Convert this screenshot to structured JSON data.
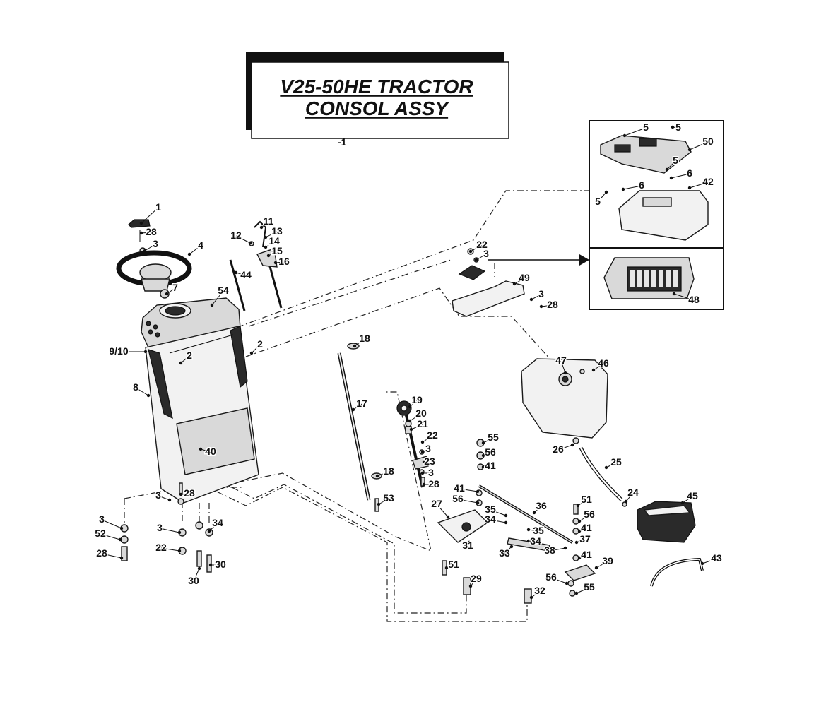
{
  "title": {
    "line1": "V25-50HE TRACTOR",
    "line2": "CONSOL ASSY",
    "page_ref": "-1"
  },
  "callouts": [
    {
      "id": "c-1",
      "text": "1"
    },
    {
      "id": "c-28a",
      "text": "28"
    },
    {
      "id": "c-3a",
      "text": "3"
    },
    {
      "id": "c-4",
      "text": "4"
    },
    {
      "id": "c-7",
      "text": "7"
    },
    {
      "id": "c-54",
      "text": "54"
    },
    {
      "id": "c-910",
      "text": "9/10"
    },
    {
      "id": "c-2a",
      "text": "2"
    },
    {
      "id": "c-2b",
      "text": "2"
    },
    {
      "id": "c-8",
      "text": "8"
    },
    {
      "id": "c-40",
      "text": "40"
    },
    {
      "id": "c-28b",
      "text": "28"
    },
    {
      "id": "c-3b",
      "text": "3"
    },
    {
      "id": "c-3c",
      "text": "3"
    },
    {
      "id": "c-52",
      "text": "52"
    },
    {
      "id": "c-28c",
      "text": "28"
    },
    {
      "id": "c-3d",
      "text": "3"
    },
    {
      "id": "c-22a",
      "text": "22"
    },
    {
      "id": "c-34a",
      "text": "34"
    },
    {
      "id": "c-30a",
      "text": "30"
    },
    {
      "id": "c-30b",
      "text": "30"
    },
    {
      "id": "c-11",
      "text": "11"
    },
    {
      "id": "c-12",
      "text": "12"
    },
    {
      "id": "c-13",
      "text": "13"
    },
    {
      "id": "c-14",
      "text": "14"
    },
    {
      "id": "c-15",
      "text": "15"
    },
    {
      "id": "c-16",
      "text": "16"
    },
    {
      "id": "c-44",
      "text": "44"
    },
    {
      "id": "c-18a",
      "text": "18"
    },
    {
      "id": "c-17",
      "text": "17"
    },
    {
      "id": "c-18b",
      "text": "18"
    },
    {
      "id": "c-53",
      "text": "53"
    },
    {
      "id": "c-19",
      "text": "19"
    },
    {
      "id": "c-20",
      "text": "20"
    },
    {
      "id": "c-21",
      "text": "21"
    },
    {
      "id": "c-22b",
      "text": "22"
    },
    {
      "id": "c-3e",
      "text": "3"
    },
    {
      "id": "c-23",
      "text": "23"
    },
    {
      "id": "c-3f",
      "text": "3"
    },
    {
      "id": "c-28d",
      "text": "28"
    },
    {
      "id": "c-22c",
      "text": "22"
    },
    {
      "id": "c-3g",
      "text": "3"
    },
    {
      "id": "c-49",
      "text": "49"
    },
    {
      "id": "c-3h",
      "text": "3"
    },
    {
      "id": "c-28e",
      "text": "28"
    },
    {
      "id": "c-55a",
      "text": "55"
    },
    {
      "id": "c-56a",
      "text": "56"
    },
    {
      "id": "c-41a",
      "text": "41"
    },
    {
      "id": "c-41b",
      "text": "41"
    },
    {
      "id": "c-56b",
      "text": "56"
    },
    {
      "id": "c-27",
      "text": "27"
    },
    {
      "id": "c-36",
      "text": "36"
    },
    {
      "id": "c-35a",
      "text": "35"
    },
    {
      "id": "c-34b",
      "text": "34"
    },
    {
      "id": "c-35b",
      "text": "35"
    },
    {
      "id": "c-34c",
      "text": "34"
    },
    {
      "id": "c-31",
      "text": "31"
    },
    {
      "id": "c-33",
      "text": "33"
    },
    {
      "id": "c-37",
      "text": "37"
    },
    {
      "id": "c-38",
      "text": "38"
    },
    {
      "id": "c-51a",
      "text": "51"
    },
    {
      "id": "c-29",
      "text": "29"
    },
    {
      "id": "c-32",
      "text": "32"
    },
    {
      "id": "c-51b",
      "text": "51"
    },
    {
      "id": "c-56c",
      "text": "56"
    },
    {
      "id": "c-41c",
      "text": "41"
    },
    {
      "id": "c-41d",
      "text": "41"
    },
    {
      "id": "c-39",
      "text": "39"
    },
    {
      "id": "c-56d",
      "text": "56"
    },
    {
      "id": "c-55b",
      "text": "55"
    },
    {
      "id": "c-47",
      "text": "47"
    },
    {
      "id": "c-46",
      "text": "46"
    },
    {
      "id": "c-26",
      "text": "26"
    },
    {
      "id": "c-25",
      "text": "25"
    },
    {
      "id": "c-24",
      "text": "24"
    },
    {
      "id": "c-45",
      "text": "45"
    },
    {
      "id": "c-43",
      "text": "43"
    },
    {
      "id": "c-5a",
      "text": "5"
    },
    {
      "id": "c-5b",
      "text": "5"
    },
    {
      "id": "c-50",
      "text": "50"
    },
    {
      "id": "c-5c",
      "text": "5"
    },
    {
      "id": "c-6a",
      "text": "6"
    },
    {
      "id": "c-6b",
      "text": "6"
    },
    {
      "id": "c-5d",
      "text": "5"
    },
    {
      "id": "c-42",
      "text": "42"
    },
    {
      "id": "c-48",
      "text": "48"
    }
  ]
}
